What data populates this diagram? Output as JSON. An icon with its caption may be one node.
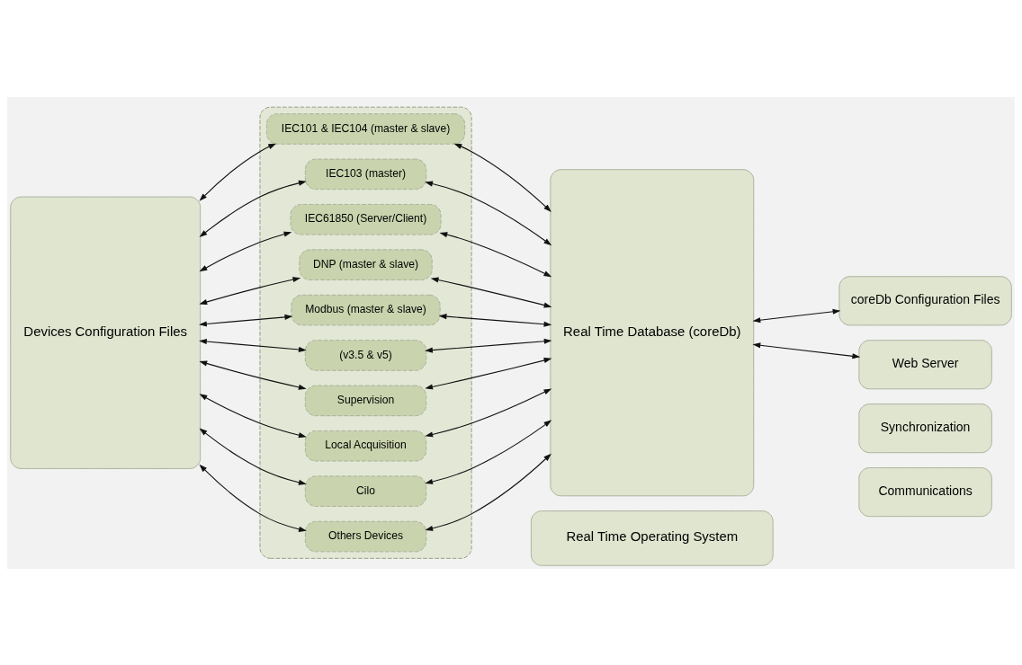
{
  "diagram": {
    "nodes": [
      {
        "text": [],
        "shape": "box"
      },
      {
        "text": [
          "IEC101 & IEC104 (master & slave)"
        ],
        "in": 0
      },
      {
        "text": [
          "IEC103 (master)"
        ],
        "in": 0
      },
      {
        "text": [
          "IEC61850 (Server/Client)"
        ],
        "in": 0
      },
      {
        "text": [
          "DNP (master & slave)"
        ],
        "in": 0
      },
      {
        "text": [
          "Modbus (master & slave)"
        ],
        "in": 0
      },
      {
        "text": [
          "(v3.5 & v5)"
        ],
        "in": 0
      },
      {
        "text": [
          "Supervision"
        ],
        "in": 0
      },
      {
        "text": [
          "Local Acquisition"
        ],
        "in": 0
      },
      {
        "text": [
          "Cilo"
        ],
        "in": 0
      },
      {
        "text": [
          "Others Devices"
        ],
        "in": 0
      },
      {
        "text": [
          "Devices Configuration Files"
        ]
      },
      {
        "text": [
          "Real Time Database (coreDb)"
        ]
      },
      {
        "text": [
          "coreDb Configuration Files"
        ]
      },
      {
        "text": [
          "Web Server"
        ]
      },
      {
        "text": [
          "Synchronization"
        ]
      },
      {
        "text": [
          "Communications"
        ]
      },
      {
        "text": [
          "Real Time Operating System"
        ]
      }
    ],
    "edges": [
      {
        "from": 11,
        "to": 1,
        "arrow": "both"
      },
      {
        "from": 11,
        "to": 2,
        "arrow": "both"
      },
      {
        "from": 11,
        "to": 3,
        "arrow": "both"
      },
      {
        "from": 11,
        "to": 4,
        "arrow": "both"
      },
      {
        "from": 11,
        "to": 5,
        "arrow": "both"
      },
      {
        "from": 11,
        "to": 6,
        "arrow": "both"
      },
      {
        "from": 11,
        "to": 7,
        "arrow": "both"
      },
      {
        "from": 11,
        "to": 8,
        "arrow": "both"
      },
      {
        "from": 11,
        "to": 9,
        "arrow": "both"
      },
      {
        "from": 11,
        "to": 10,
        "arrow": "both"
      },
      {
        "from": 1,
        "to": 12,
        "arrow": "both"
      },
      {
        "from": 2,
        "to": 12,
        "arrow": "both"
      },
      {
        "from": 3,
        "to": 12,
        "arrow": "both"
      },
      {
        "from": 4,
        "to": 12,
        "arrow": "both"
      },
      {
        "from": 5,
        "to": 12,
        "arrow": "both"
      },
      {
        "from": 6,
        "to": 12,
        "arrow": "both"
      },
      {
        "from": 7,
        "to": 12,
        "arrow": "both"
      },
      {
        "from": 8,
        "to": 12,
        "arrow": "both"
      },
      {
        "from": 9,
        "to": 12,
        "arrow": "both"
      },
      {
        "from": 10,
        "to": 12,
        "arrow": "both"
      },
      {
        "from": 12,
        "to": 13,
        "arrow": "both"
      },
      {
        "from": 12,
        "to": 14,
        "arrow": "both"
      }
    ]
  }
}
